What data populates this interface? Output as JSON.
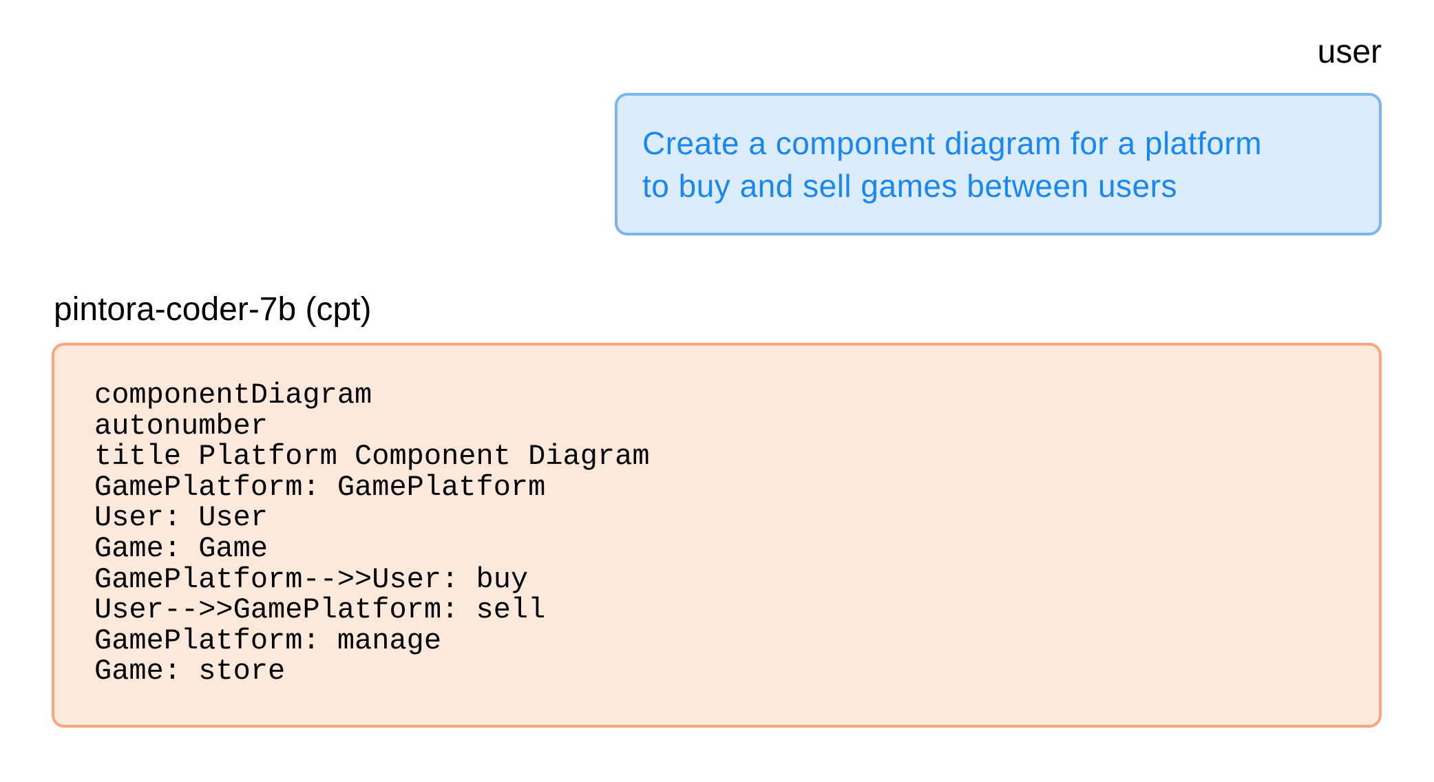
{
  "user_turn": {
    "role": "user",
    "message_lines": [
      "Create a component diagram for a platform",
      "to buy and sell games between users"
    ]
  },
  "model_turn": {
    "role": "pintora-coder-7b (cpt)",
    "code_lines": [
      "componentDiagram",
      "autonumber",
      "title Platform Component Diagram",
      "GamePlatform: GamePlatform",
      "User: User",
      "Game: Game",
      "GamePlatform-->>User: buy",
      "User-->>GamePlatform: sell",
      "GamePlatform: manage",
      "Game: store"
    ]
  },
  "colors": {
    "user_bubble_bg": "#ddecfc",
    "user_bubble_border": "#79b5f1",
    "user_text": "#1787f3",
    "model_bubble_bg": "#fde8dc",
    "model_bubble_border": "#f9a67e",
    "label_text": "#000000",
    "code_text": "#000000"
  }
}
